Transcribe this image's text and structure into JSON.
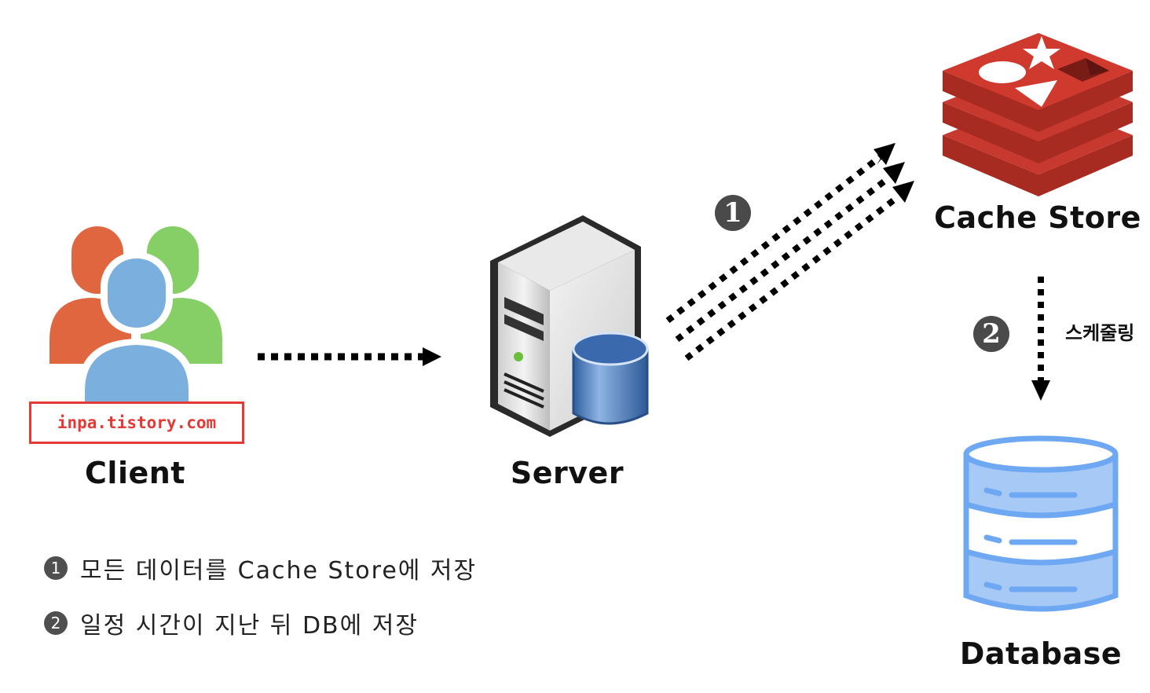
{
  "nodes": {
    "client": {
      "label": "Client",
      "watermark": "inpa.tistory.com",
      "icon": "users-group-icon"
    },
    "server": {
      "label": "Server",
      "icon": "server-database-icon"
    },
    "cache_store": {
      "label": "Cache Store",
      "icon": "redis-logo-icon"
    },
    "database": {
      "label": "Database",
      "icon": "database-cylinder-icon"
    }
  },
  "edges": [
    {
      "from": "client",
      "to": "server",
      "style": "dotted-arrow"
    },
    {
      "from": "server",
      "to": "cache_store",
      "style": "triple-dotted-arrow",
      "step": "1"
    },
    {
      "from": "cache_store",
      "to": "database",
      "style": "dotted-arrow",
      "step": "2",
      "label": "스케줄링"
    }
  ],
  "steps": {
    "one": {
      "badge": "1",
      "text": "모든 데이터를 Cache Store에 저장"
    },
    "two": {
      "badge": "2",
      "text": "일정 시간이 지난 뒤 DB에 저장"
    }
  },
  "colors": {
    "watermark_red": "#e53935",
    "redis_red": "#c7392e",
    "db_blue": "#6ea8f2",
    "badge_gray": "#4a4a4a"
  }
}
